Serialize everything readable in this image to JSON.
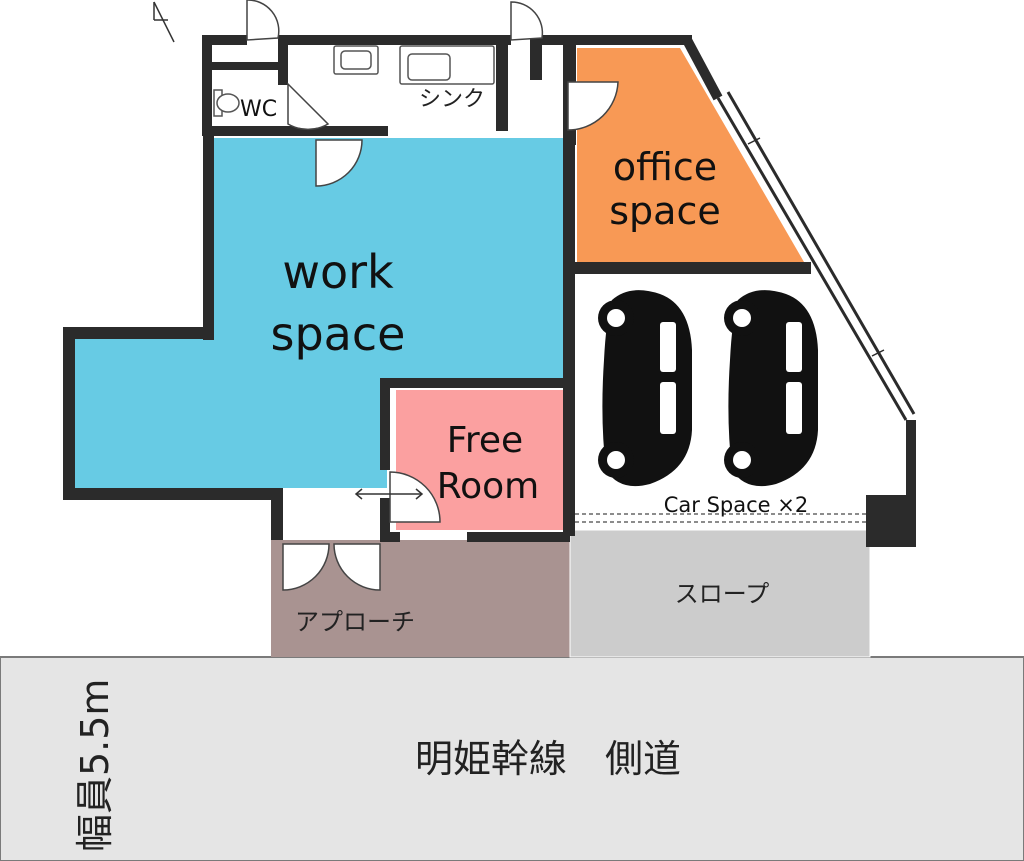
{
  "rooms": {
    "wc": "WC",
    "sink": "シンク",
    "office": {
      "line1": "office",
      "line2": "space"
    },
    "work": {
      "line1": "work",
      "line2": "space"
    },
    "free": {
      "line1": "Free",
      "line2": "Room"
    },
    "car_space": "Car Space ×2",
    "approach": "アプローチ",
    "slope": "スロープ"
  },
  "road": {
    "name": "明姫幹線　側道",
    "width": "幅員5.5m"
  },
  "north_mark": "N",
  "colors": {
    "work_space": "#67cbe4",
    "office_space": "#f89955",
    "free_room": "#fba0a0",
    "approach": "#a99391",
    "slope": "#cccccc",
    "road": "#e5e5e5",
    "wall": "#2b2b2b"
  },
  "icons": [
    "wc-toilet-icon",
    "sink-icon",
    "car-icon",
    "door-swing-icon",
    "north-arrow-icon"
  ]
}
